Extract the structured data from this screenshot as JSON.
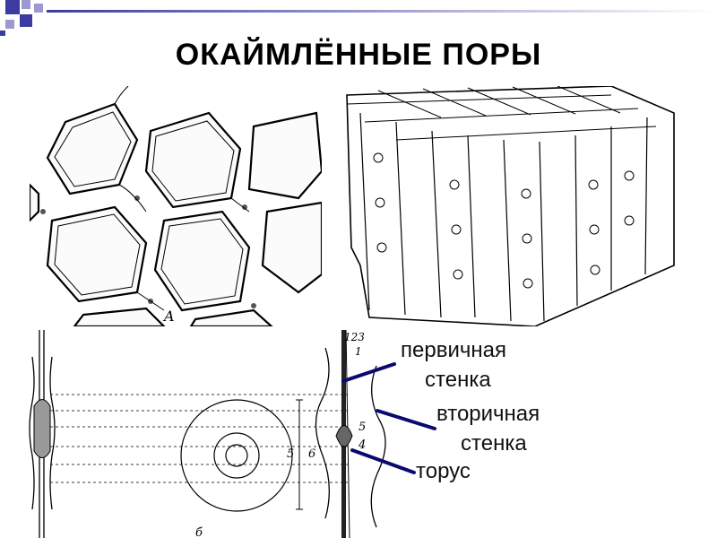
{
  "title": "ОКАЙМЛЁННЫЕ ПОРЫ",
  "panel_a_letter": "A",
  "layer_numbers": "123",
  "scale_numbers": {
    "center": "5",
    "center2": "6",
    "right5": "5",
    "right4": "4",
    "right1": "1",
    "bottom": "б"
  },
  "labels": {
    "primary_1": "первичная",
    "primary_2": "стенка",
    "secondary_1": "вторичная",
    "secondary_2": "стенка",
    "torus": "торус"
  },
  "colors": {
    "accent_squares": "#3c3ca0",
    "pointer": "#0a0a6e"
  }
}
